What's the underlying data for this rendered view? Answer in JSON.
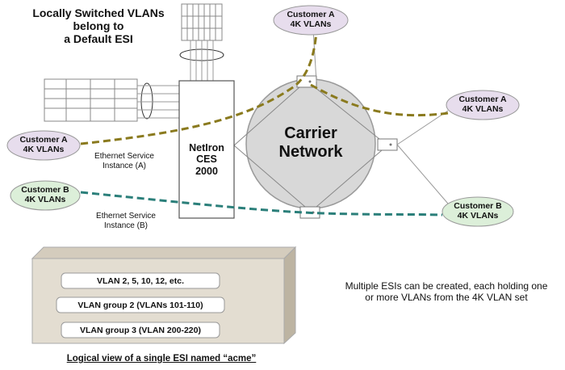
{
  "colors": {
    "esi_a_line": "#8a7a1e",
    "esi_b_line": "#2b7f7a",
    "customer_a_fill": "#e7dded",
    "customer_b_fill": "#dcefd9",
    "carrier_fill": "#d8d8d8",
    "esi_box_fill": "#e3ddd1"
  },
  "labels": {
    "locally_switched": "Locally Switched VLANs belong to a Default ESI",
    "locally_switched_lines": [
      "Locally Switched VLANs",
      "belong to",
      "a Default ESI"
    ],
    "customer_a_top": [
      "Customer A",
      "4K VLANs"
    ],
    "customer_a_left": [
      "Customer A",
      "4K VLANs"
    ],
    "customer_a_right": [
      "Customer A",
      "4K VLANs"
    ],
    "customer_b_left": [
      "Customer B",
      "4K VLANs"
    ],
    "customer_b_right": [
      "Customer B",
      "4K VLANs"
    ],
    "esi_a": [
      "Ethernet Service",
      "Instance (A)"
    ],
    "esi_b": [
      "Ethernet Service",
      "Instance (B)"
    ],
    "device": [
      "NetIron",
      "CES",
      "2000"
    ],
    "carrier": [
      "Carrier",
      "Network"
    ]
  },
  "esi_box": {
    "rows": [
      "VLAN 2, 5, 10, 12, etc.",
      "VLAN group 2 (VLANs 101-110)",
      "VLAN group 3 (VLAN 200-220)"
    ],
    "caption": "Logical view of a single ESI named “acme”"
  },
  "note": [
    "Multiple ESIs can be created, each holding one",
    "or more VLANs from the 4K VLAN set"
  ]
}
